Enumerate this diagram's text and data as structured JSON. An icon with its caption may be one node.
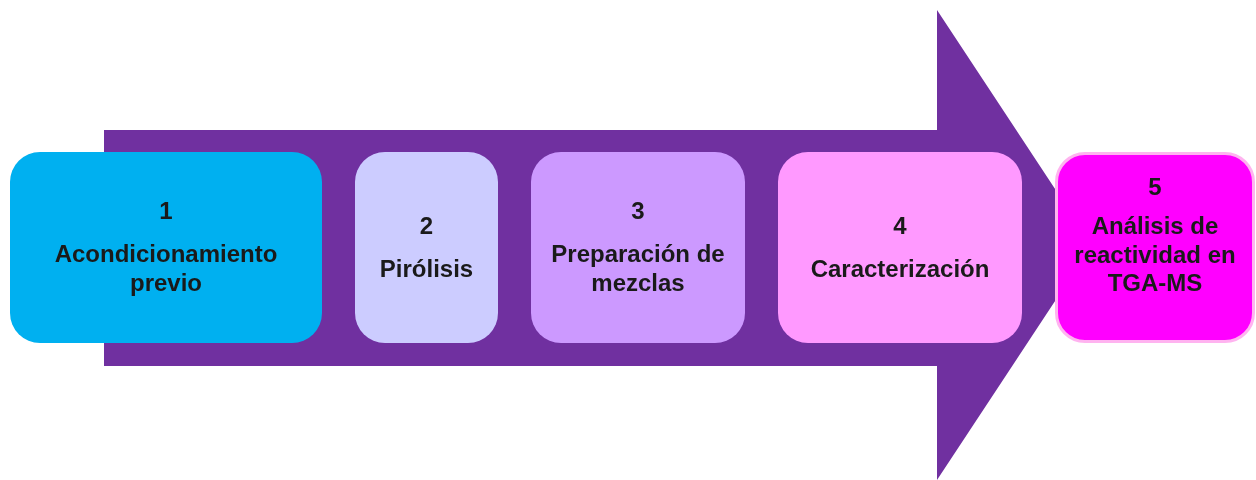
{
  "diagram": {
    "nodes": [
      {
        "text": [
          "1",
          "Acondicionamiento previo"
        ]
      },
      {
        "text": [
          "2",
          "Pirólisis"
        ]
      },
      {
        "text": [
          "3",
          "Preparación de mezclas"
        ]
      },
      {
        "text": [
          "4",
          "Caracterización"
        ]
      },
      {
        "text": [
          "5",
          "Análisis de reactividad en TGA-MS"
        ]
      }
    ]
  }
}
